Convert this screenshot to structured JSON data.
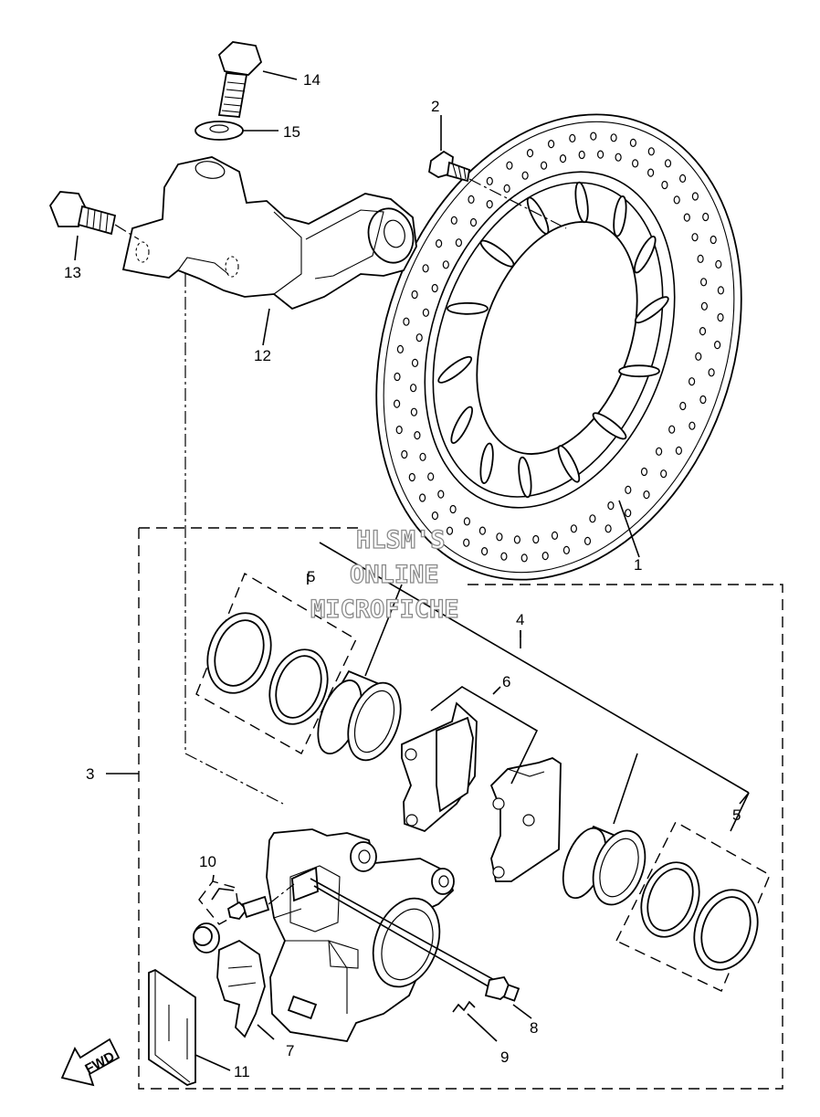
{
  "watermark": {
    "line1": "HLSM'S",
    "line2": "ONLINE",
    "line3": "MICROFICHE"
  },
  "fwd_label": "FWD",
  "callouts": {
    "c1": "1",
    "c2": "2",
    "c3": "3",
    "c4": "4",
    "c5a": "5",
    "c5b": "5",
    "c6": "6",
    "c7": "7",
    "c8": "8",
    "c9": "9",
    "c10": "10",
    "c11": "11",
    "c12": "12",
    "c13": "13",
    "c14": "14",
    "c15": "15"
  }
}
